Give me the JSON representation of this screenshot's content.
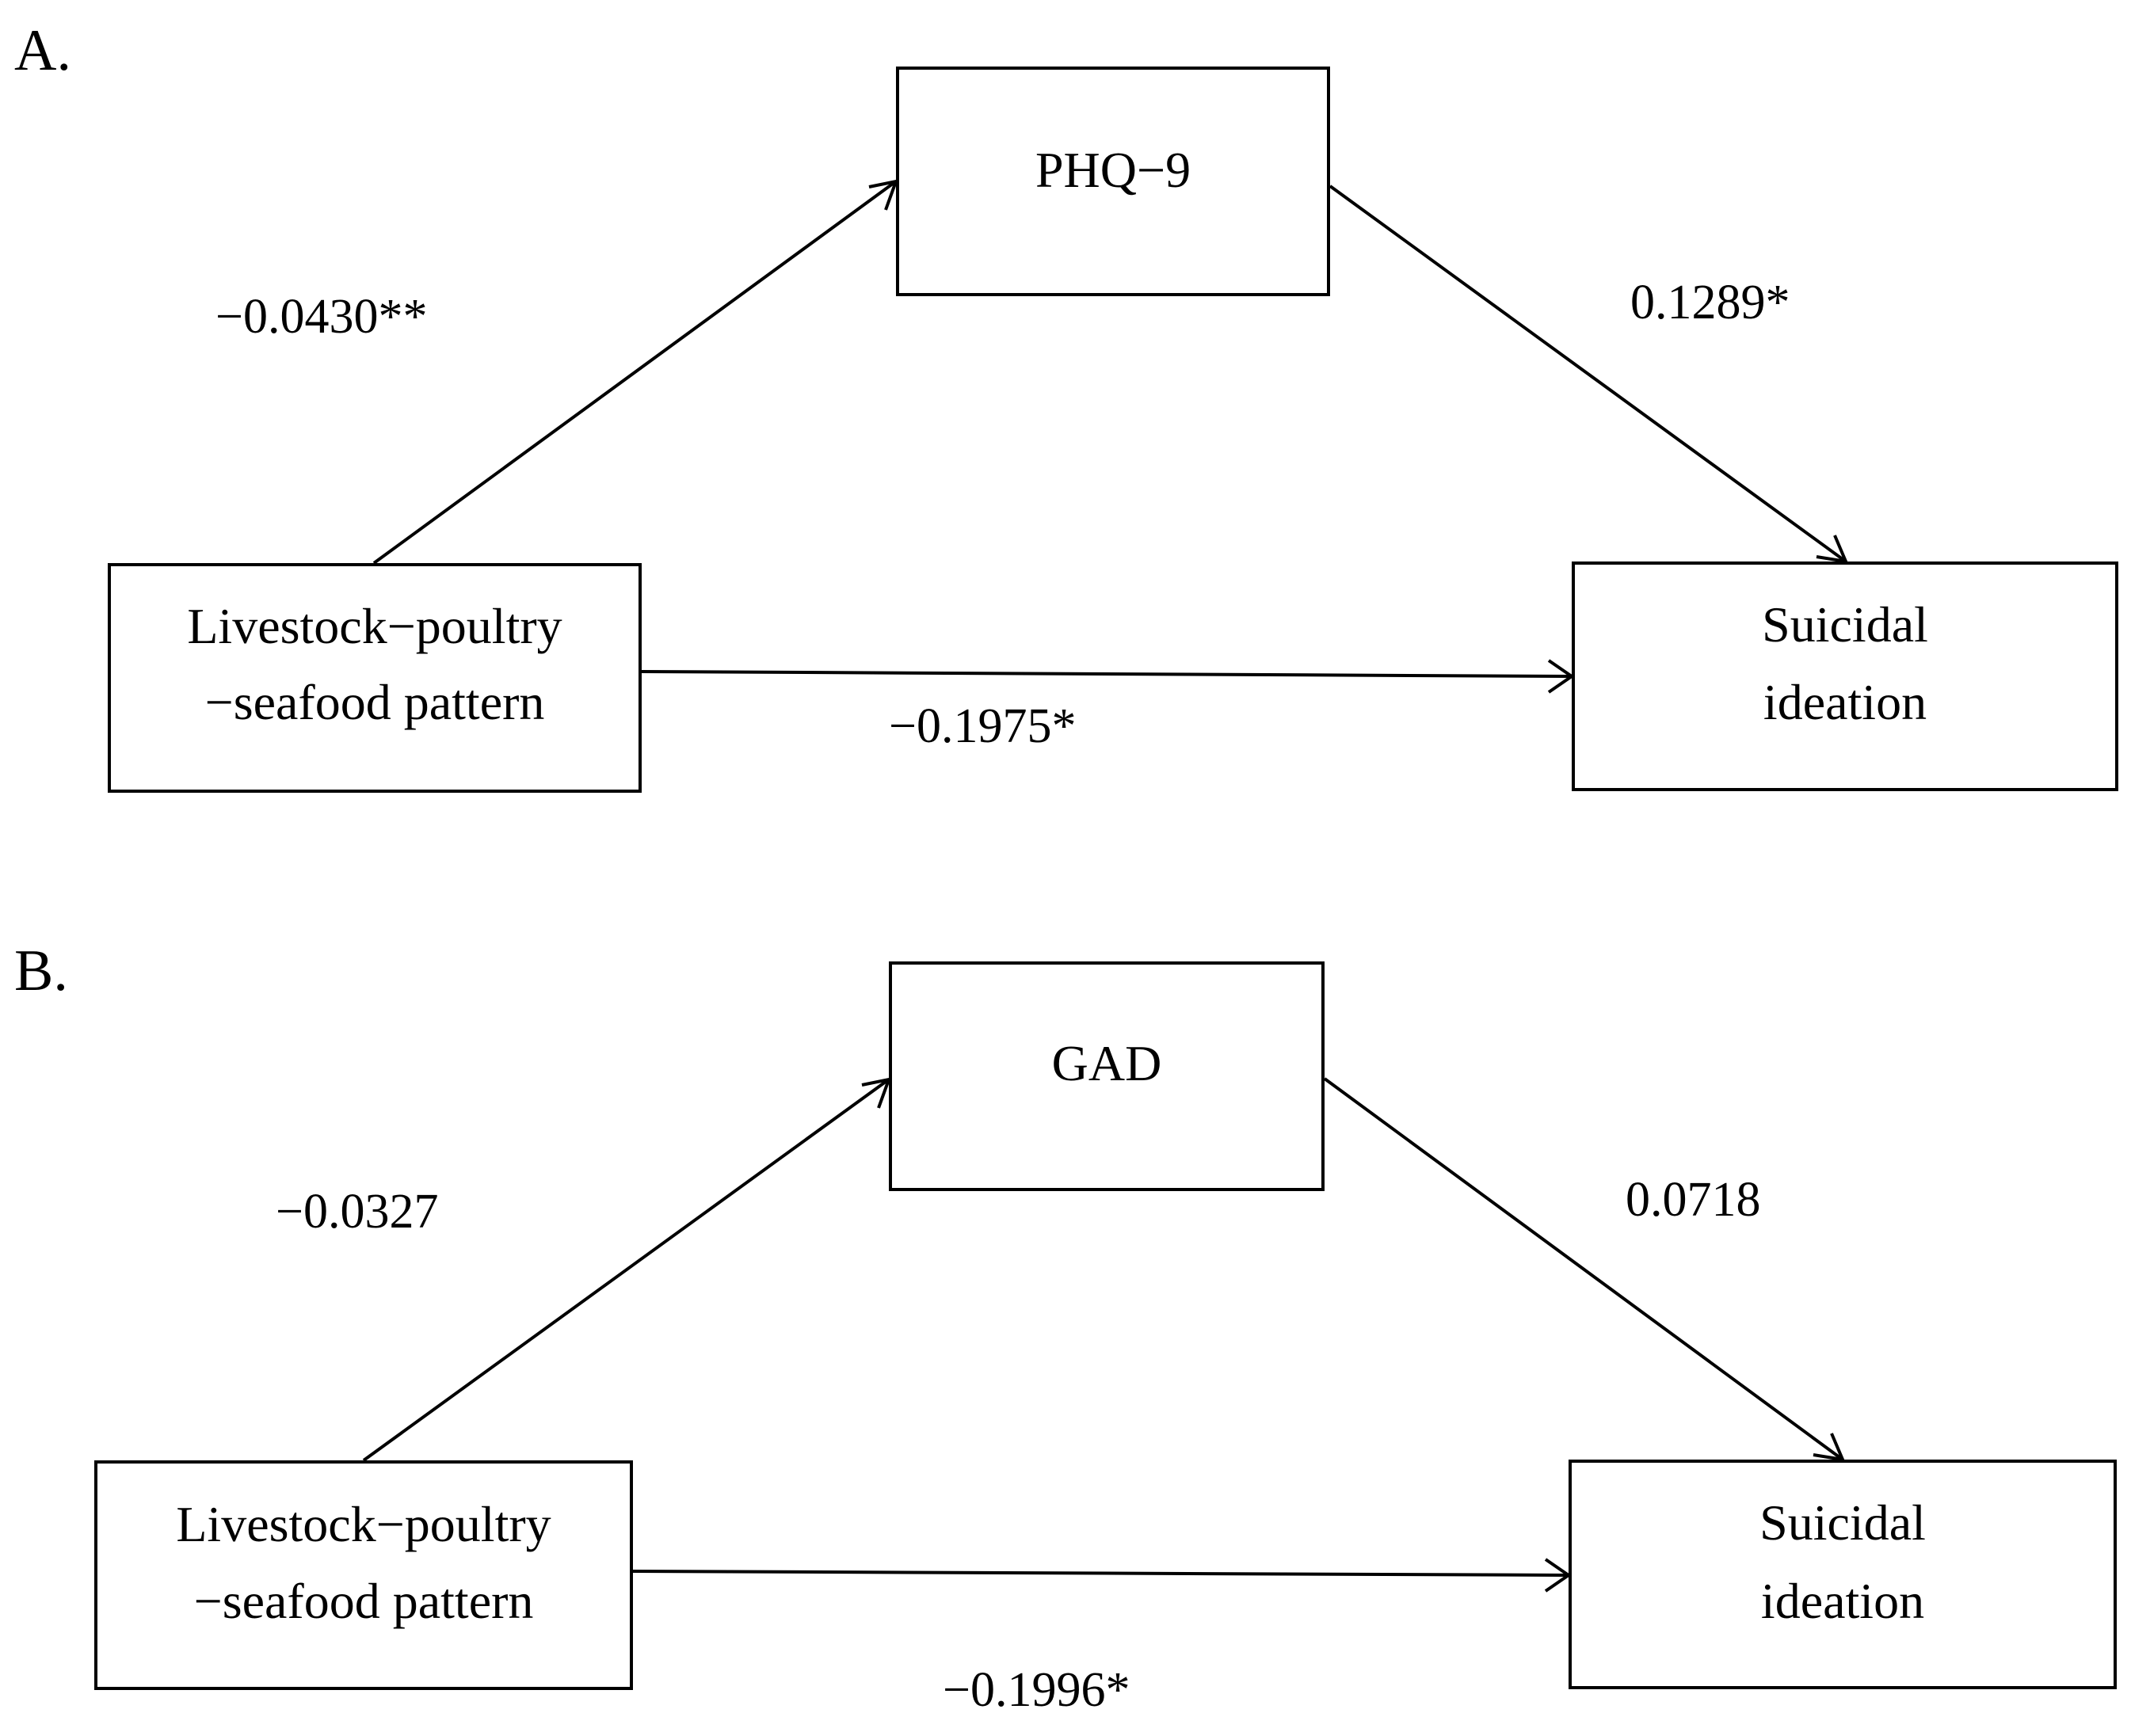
{
  "panels": [
    {
      "label": "A.",
      "mediator": {
        "lines": [
          "PHQ−9"
        ]
      },
      "exposure": {
        "lines": [
          "Livestock−poultry",
          "−seafood pattern"
        ]
      },
      "outcome": {
        "lines": [
          "Suicidal",
          "ideation"
        ]
      },
      "paths": {
        "exposure_to_mediator": "−0.0430**",
        "mediator_to_outcome": "0.1289*",
        "exposure_to_outcome": "−0.1975*"
      }
    },
    {
      "label": "B.",
      "mediator": {
        "lines": [
          "GAD"
        ]
      },
      "exposure": {
        "lines": [
          "Livestock−poultry",
          "−seafood pattern"
        ]
      },
      "outcome": {
        "lines": [
          "Suicidal",
          "ideation"
        ]
      },
      "paths": {
        "exposure_to_mediator": "−0.0327",
        "mediator_to_outcome": "0.0718",
        "exposure_to_outcome": "−0.1996*"
      }
    }
  ],
  "colors": {
    "stroke": "#000000",
    "background": "#ffffff"
  }
}
